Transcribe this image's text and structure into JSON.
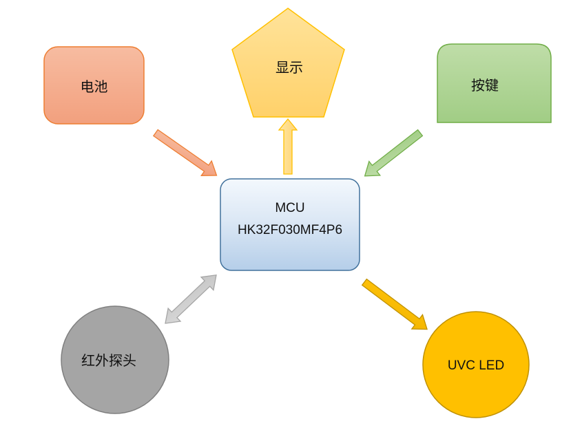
{
  "diagram": {
    "nodes": {
      "mcu": {
        "line1": "MCU",
        "line2": "HK32F030MF4P6"
      },
      "battery": {
        "label": "电池"
      },
      "display": {
        "label": "显示"
      },
      "button": {
        "label": "按键"
      },
      "ir_probe": {
        "label": "红外探头"
      },
      "uvc_led": {
        "label": "UVC LED"
      }
    },
    "edges": [
      {
        "from": "battery",
        "to": "mcu",
        "direction": "one-way"
      },
      {
        "from": "mcu",
        "to": "display",
        "direction": "one-way"
      },
      {
        "from": "button",
        "to": "mcu",
        "direction": "one-way"
      },
      {
        "from": "ir_probe",
        "to": "mcu",
        "direction": "two-way"
      },
      {
        "from": "mcu",
        "to": "uvc_led",
        "direction": "one-way"
      }
    ],
    "colors": {
      "battery": "#F4A582",
      "display": "#FFD56E",
      "button": "#A9D08E",
      "ir_probe": "#A5A5A5",
      "uvc_led": "#FFC000",
      "mcu": "#C9DCF0"
    }
  }
}
